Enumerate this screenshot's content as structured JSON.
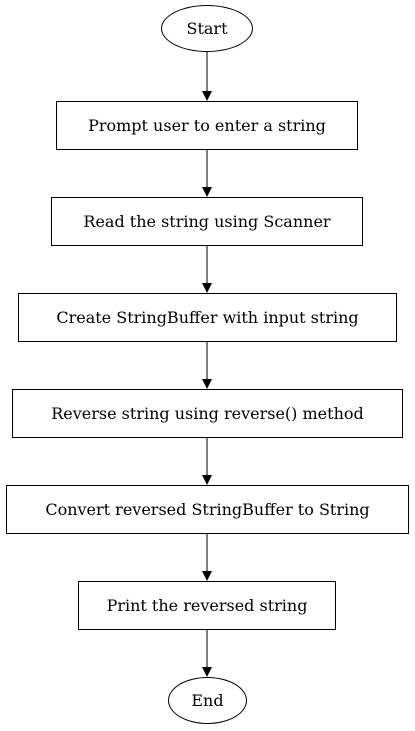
{
  "diagram": {
    "type": "flowchart",
    "nodes": [
      {
        "id": "start",
        "shape": "ellipse",
        "label": "Start"
      },
      {
        "id": "prompt",
        "shape": "rect",
        "label": "Prompt user to enter a string"
      },
      {
        "id": "read",
        "shape": "rect",
        "label": "Read the string using Scanner"
      },
      {
        "id": "create",
        "shape": "rect",
        "label": "Create StringBuffer with input string"
      },
      {
        "id": "reverse",
        "shape": "rect",
        "label": "Reverse string using reverse() method"
      },
      {
        "id": "convert",
        "shape": "rect",
        "label": "Convert reversed StringBuffer to String"
      },
      {
        "id": "print",
        "shape": "rect",
        "label": "Print the reversed string"
      },
      {
        "id": "end",
        "shape": "ellipse",
        "label": "End"
      }
    ],
    "edges": [
      [
        "start",
        "prompt"
      ],
      [
        "prompt",
        "read"
      ],
      [
        "read",
        "create"
      ],
      [
        "create",
        "reverse"
      ],
      [
        "reverse",
        "convert"
      ],
      [
        "convert",
        "print"
      ],
      [
        "print",
        "end"
      ]
    ]
  }
}
